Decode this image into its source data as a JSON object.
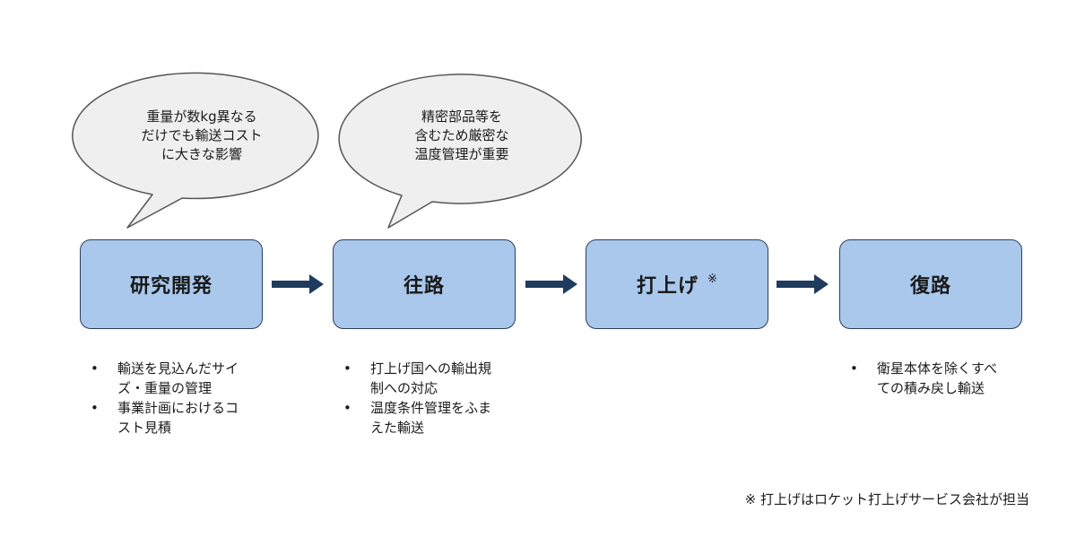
{
  "bubbles": [
    {
      "text": "重量が数kg異なる\nだけでも輸送コスト\nに大きな影響"
    },
    {
      "text": "精密部品等を\n含むため厳密な\n温度管理が重要"
    }
  ],
  "stages": [
    {
      "label": "研究開発",
      "mark": ""
    },
    {
      "label": "往路",
      "mark": ""
    },
    {
      "label": "打上げ",
      "mark": "※"
    },
    {
      "label": "復路",
      "mark": ""
    }
  ],
  "notes": [
    [
      "輸送を見込んだサイズ・重量の管理",
      "事業計画におけるコスト見積"
    ],
    [
      "打上げ国への輸出規制への対応",
      "温度条件管理をふまえた輸送"
    ],
    [],
    [
      "衛星本体を除くすべての積み戻し輸送"
    ]
  ],
  "footnote": "※ 打上げはロケット打上げサービス会社が担当",
  "colors": {
    "stage_fill": "#a9c8ec",
    "stage_border": "#2b3f5c",
    "arrow": "#1f3b5e",
    "bubble_fill": "#efefef",
    "bubble_stroke": "#555555"
  }
}
